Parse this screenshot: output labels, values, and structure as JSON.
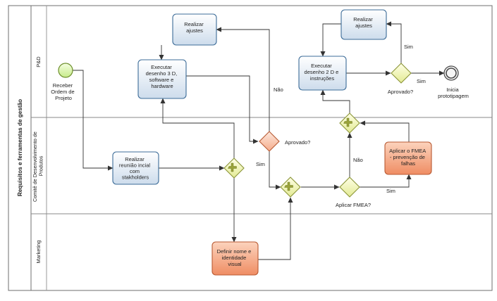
{
  "pool": {
    "title": "Requisitos e ferramentas de gestão"
  },
  "lanes": [
    {
      "id": "rd",
      "label": "P&D"
    },
    {
      "id": "comite",
      "label_lines": [
        "Comitê de Desenvolvimento de",
        "Produtos"
      ]
    },
    {
      "id": "marketing",
      "label": "Marketing"
    }
  ],
  "events": {
    "start": {
      "label_lines": [
        "Receber",
        "Ordem de",
        "Projeto"
      ]
    },
    "end": {
      "label_lines": [
        "Inicia",
        "prototipagem"
      ]
    }
  },
  "tasks": {
    "realizar_ajustes_1": {
      "label_lines": [
        "Realizar",
        "ajustes"
      ]
    },
    "executar_3d": {
      "label_lines": [
        "Executar",
        "desenho 3 D,",
        "software e",
        "hardware"
      ]
    },
    "realizar_ajustes_2": {
      "label_lines": [
        "Realizar",
        "ajustes"
      ]
    },
    "executar_2d": {
      "label_lines": [
        "Executar",
        "desenho 2 D e",
        "instruções"
      ]
    },
    "reuniao": {
      "label_lines": [
        "Realizar",
        "reunião incial",
        "com",
        "stakholders"
      ]
    },
    "fmea": {
      "label_lines": [
        "Aplicar o FMEA",
        "- prevenção de",
        "falhas"
      ]
    },
    "definir_nome": {
      "label_lines": [
        "Definir nome e",
        "identidade",
        "visual"
      ]
    }
  },
  "gateways": {
    "aprovado_1": {
      "label": "Aprovado?"
    },
    "aprovado_2": {
      "label": "Aprovado?"
    },
    "aplicar_fmea": {
      "label": "Aplicar FMEA?"
    }
  },
  "flow_labels": {
    "nao_1": "Não",
    "sim_1": "Sim",
    "sim_2": "Sim",
    "sim_3": "Sim",
    "nao_2": "Não",
    "sim_4": "Sim"
  },
  "colors": {
    "lane_border": "#7a7a7a",
    "task_blue_fill": "#dde8f3",
    "task_blue_stroke": "#3c6c98",
    "task_orange_fill": "#f4a27e",
    "task_orange_stroke": "#b85a33",
    "gateway_fill": "#f2f5b4",
    "gateway_stroke": "#8a9436",
    "xor_fill": "#fbd5c4",
    "xor_stroke": "#b85a33",
    "start_fill": "#dff5b6",
    "start_stroke": "#6d8f2c",
    "flow": "#333333"
  }
}
